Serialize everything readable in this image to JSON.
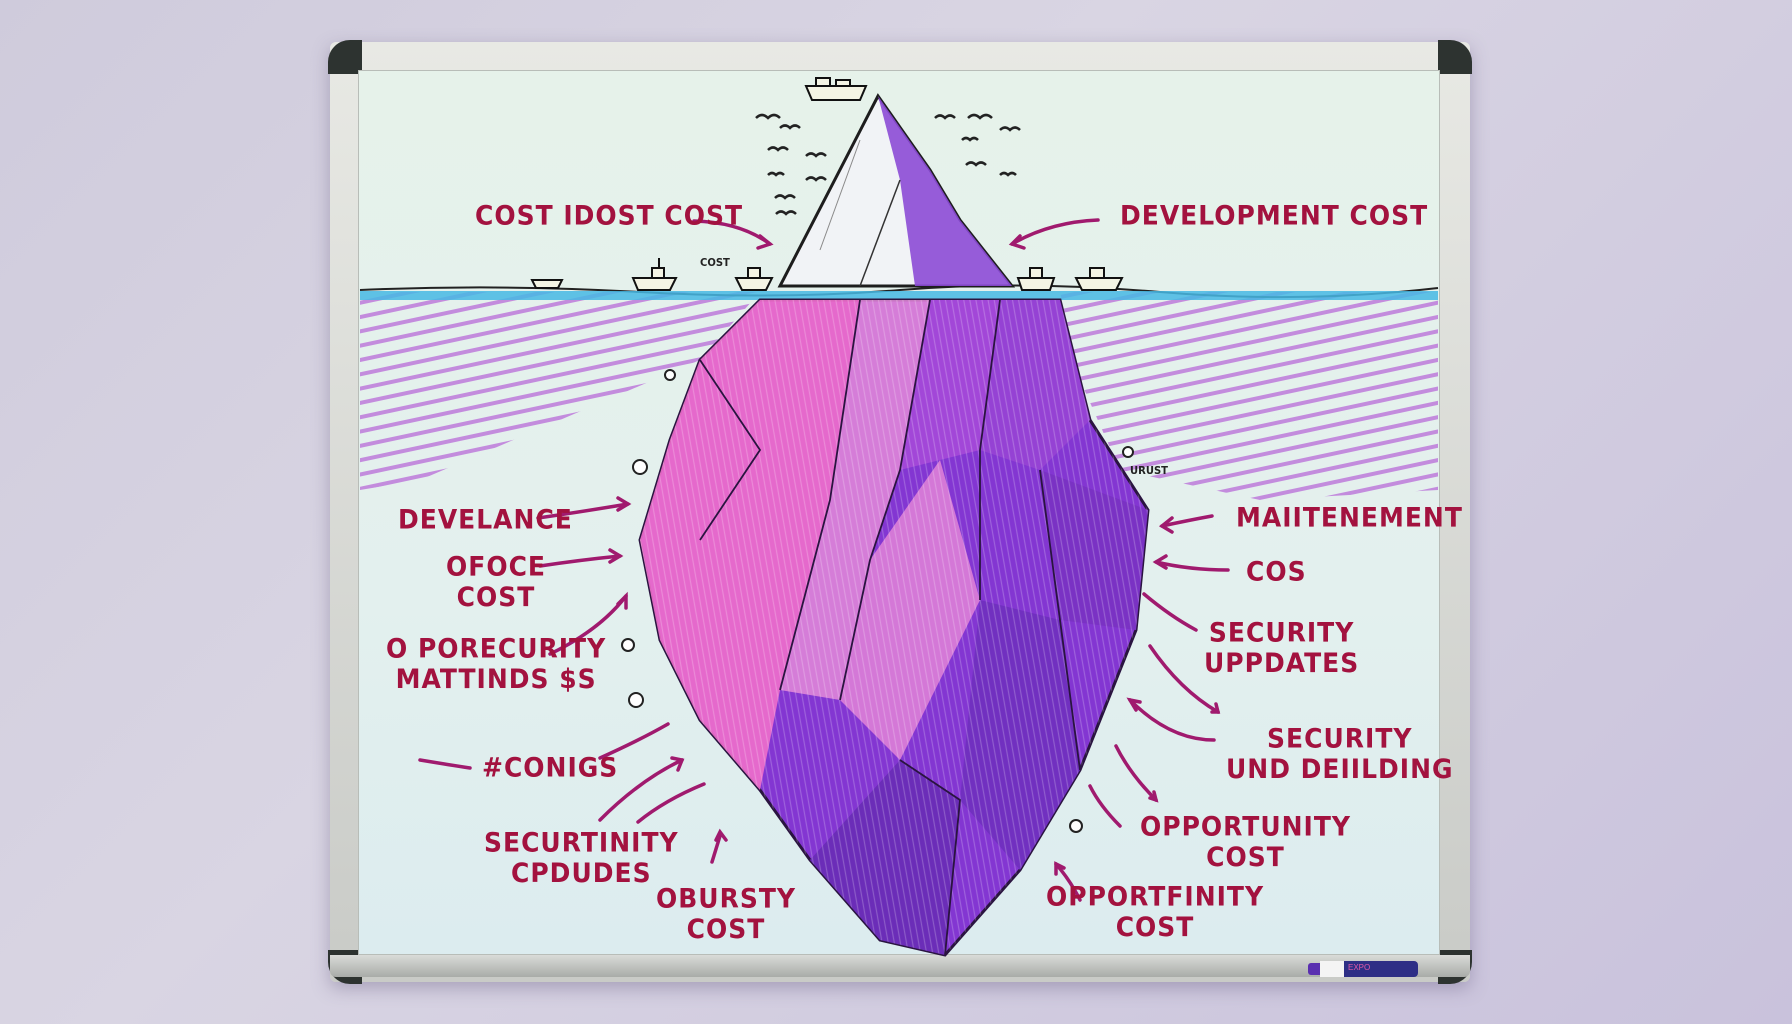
{
  "scene": {
    "title": "Iceberg diagram of hidden costs on a whiteboard",
    "colors": {
      "ink": "#a3123f",
      "arrow": "#a01a6e",
      "ice_dark": "#7a35c9",
      "ice_pink": "#f06ac8",
      "water_line": "#3fb5e0",
      "hatch": "#b46ad6",
      "board": "#e4f1ec",
      "frame": "#d3d5d1",
      "corner": "#2d3330"
    }
  },
  "labels_above_water": {
    "left": "COST IDOST COST",
    "right": "DEVELOPMENT COST",
    "small_boat_note": "COST"
  },
  "labels_left": [
    {
      "line1": "DEVELANCE",
      "line2": ""
    },
    {
      "line1": "OFOCE",
      "line2": "COST"
    },
    {
      "line1": "O PORECURITY",
      "line2": "MATTINDS $S"
    },
    {
      "line1": "#CONIGS",
      "line2": ""
    },
    {
      "line1": "SECURTINITY",
      "line2": "CPDUDES"
    },
    {
      "line1": "OBURSTY",
      "line2": "COST"
    }
  ],
  "labels_right": [
    {
      "line1": "MAIITENEMENT",
      "line2": ""
    },
    {
      "line1": "COS",
      "line2": ""
    },
    {
      "line1": "SECURITY",
      "line2": "UPPDATES"
    },
    {
      "line1": "SECURITY",
      "line2": "UND DEIILDING"
    },
    {
      "line1": "OPPORTUNITY",
      "line2": "COST"
    },
    {
      "line1": "OPPORTFINITY",
      "line2": "COST"
    }
  ],
  "tiny_note": "URUST",
  "marker": {
    "brand": "EXPO"
  }
}
